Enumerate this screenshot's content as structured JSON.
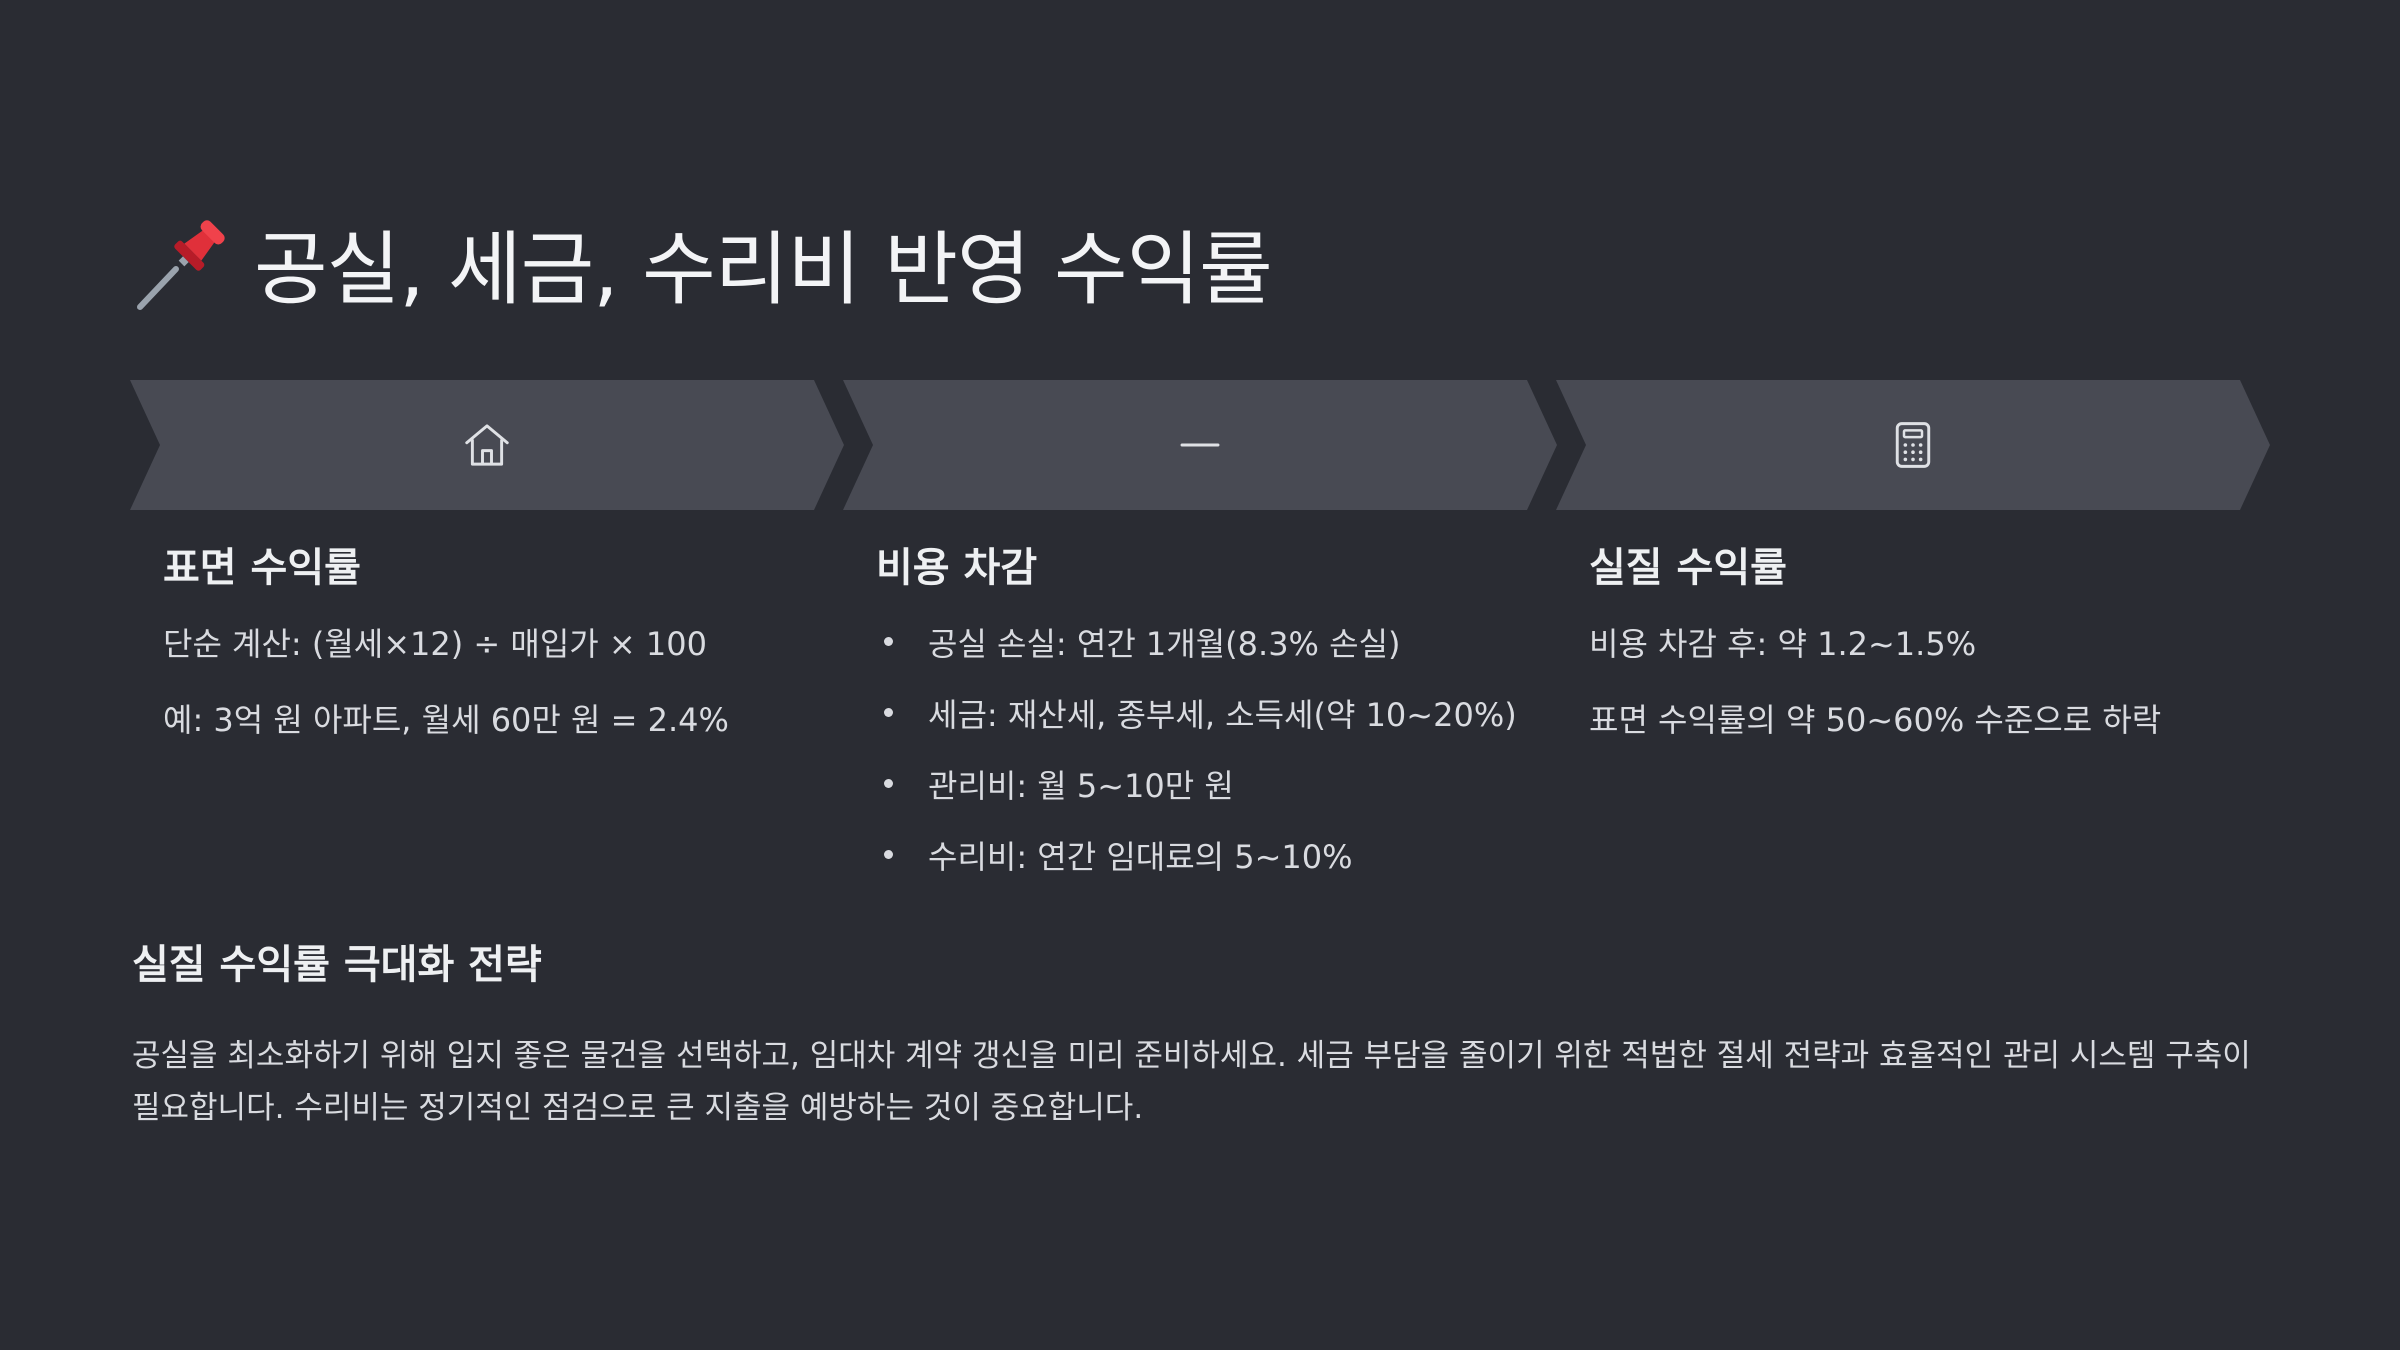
{
  "title": {
    "icon": "pushpin-icon",
    "text": "공실, 세금, 수리비 반영 수익률"
  },
  "colors": {
    "background": "#2a2c33",
    "chevron_fill": "#484a53",
    "text": "#e4e5e8",
    "pin_red": "#e0303a"
  },
  "steps": [
    {
      "icon": "house-icon",
      "heading": "표면 수익률",
      "lines": [
        "단순 계산: (월세×12) ÷ 매입가 × 100",
        "예: 3억 원 아파트, 월세 60만 원 = 2.4%"
      ]
    },
    {
      "icon": "minus-icon",
      "heading": "비용 차감",
      "bullets": [
        "공실 손실: 연간 1개월(8.3% 손실)",
        "세금: 재산세, 종부세, 소득세(약 10~20%)",
        "관리비: 월 5~10만 원",
        "수리비: 연간 임대료의 5~10%"
      ]
    },
    {
      "icon": "calculator-icon",
      "heading": "실질 수익률",
      "lines": [
        "비용 차감 후: 약 1.2~1.5%",
        "표면 수익률의 약 50~60% 수준으로 하락"
      ]
    }
  ],
  "strategy": {
    "heading": "실질 수익률 극대화 전략",
    "body": "공실을 최소화하기 위해 입지 좋은 물건을 선택하고, 임대차 계약 갱신을 미리 준비하세요. 세금 부담을 줄이기 위한 적법한 절세 전략과 효율적인 관리 시스템 구축이 필요합니다. 수리비는 정기적인 점검으로 큰 지출을 예방하는 것이 중요합니다."
  }
}
